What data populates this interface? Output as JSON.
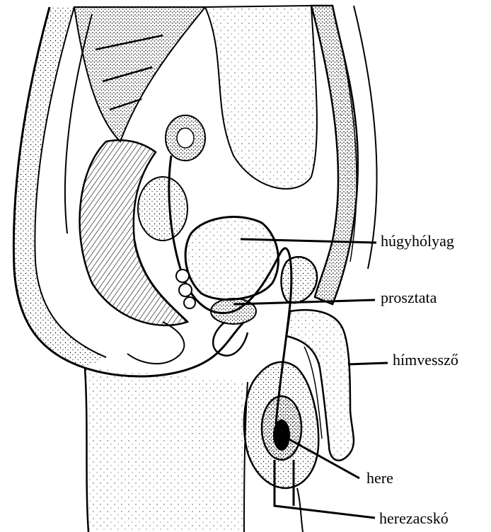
{
  "labels": {
    "bladder": "húgyhólyag",
    "prostate": "prosztata",
    "penis": "hímvessző",
    "testis": "here",
    "scrotum": "herezacskó"
  },
  "colors": {
    "ink": "#000000",
    "paper": "#ffffff"
  }
}
